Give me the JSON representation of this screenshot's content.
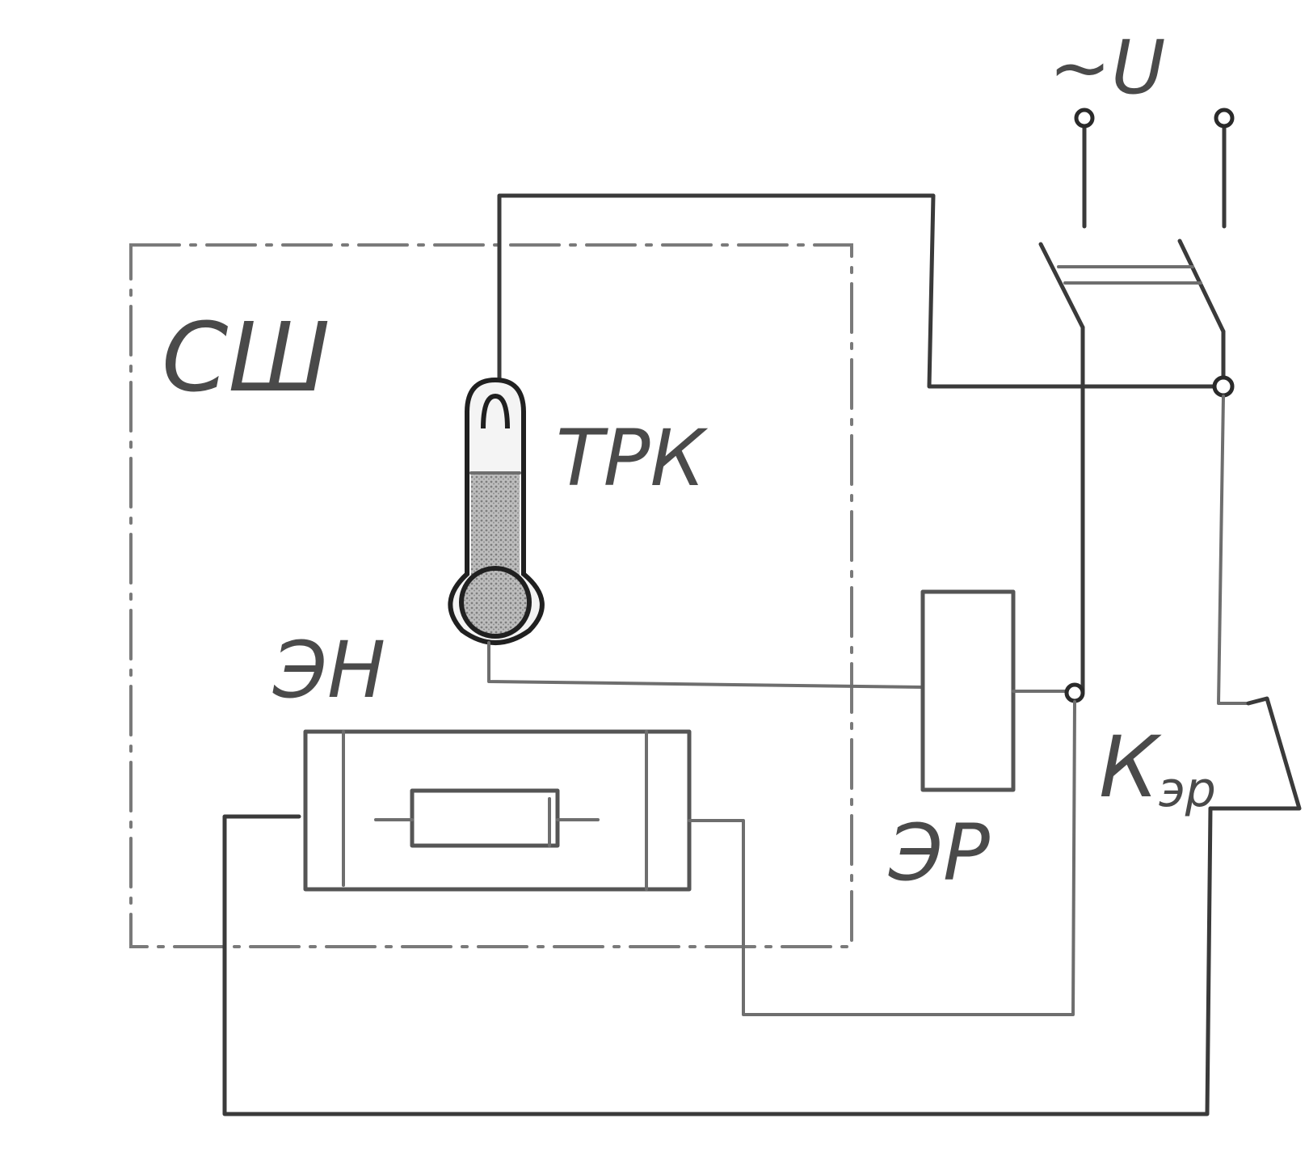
{
  "labels": {
    "chamber": "СШ",
    "thermocontact": "ТРК",
    "heater": "ЭН",
    "relay": "ЭР",
    "contact_main": "К",
    "contact_sub": "эр",
    "supply": "~U"
  },
  "colors": {
    "ink": "#3a3a3a",
    "mercury": "#9a9a9a",
    "background": "#ffffff"
  }
}
